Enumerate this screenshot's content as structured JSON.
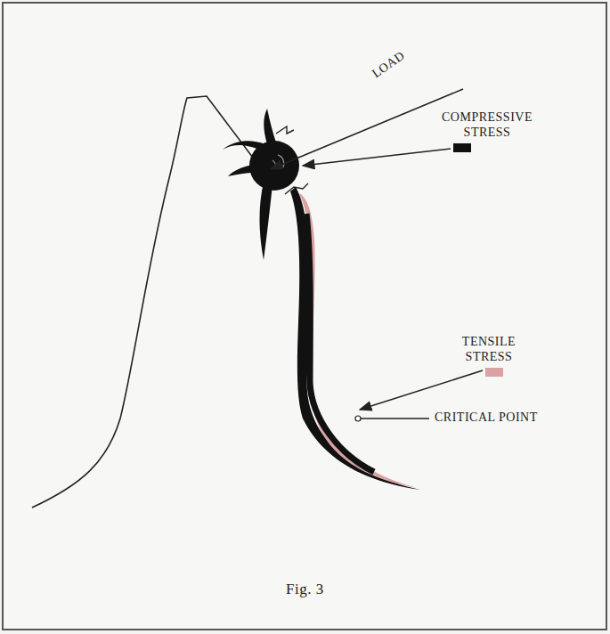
{
  "diagram": {
    "caption": "Fig. 3",
    "labels": [
      "LOAD",
      "CRITICAL POINT"
    ],
    "legend": [
      {
        "text": "COMPRESSIVE STRESS",
        "color": "#111111"
      },
      {
        "text": "TENSILE STRESS",
        "color": "#d9a3a3"
      }
    ]
  }
}
